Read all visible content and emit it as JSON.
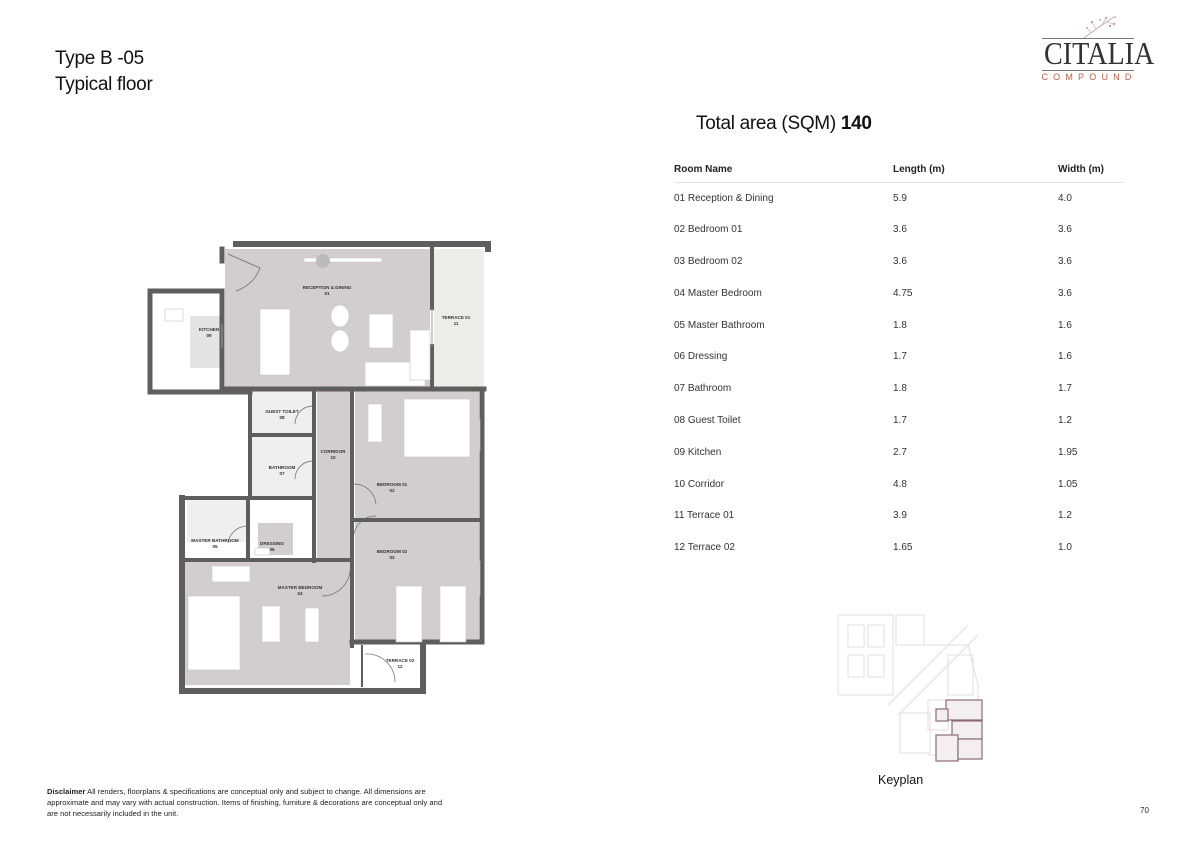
{
  "header": {
    "unit_type": "Type B -05",
    "floor": "Typical floor"
  },
  "logo": {
    "name": "CITALIA",
    "subtitle": "COMPOUND",
    "accent_color": "#c0604a",
    "icon": "cherry-blossom-branch-icon"
  },
  "summary": {
    "label": "Total area (SQM)",
    "value": "140"
  },
  "table": {
    "columns": [
      "Room Name",
      "Length (m)",
      "Width (m)"
    ],
    "rows": [
      {
        "name": "01 Reception & Dining",
        "length": "5.9",
        "width": "4.0"
      },
      {
        "name": "02 Bedroom 01",
        "length": "3.6",
        "width": "3.6"
      },
      {
        "name": "03 Bedroom 02",
        "length": "3.6",
        "width": "3.6"
      },
      {
        "name": "04 Master Bedroom",
        "length": "4.75",
        "width": "3.6"
      },
      {
        "name": "05 Master Bathroom",
        "length": "1.8",
        "width": "1.6"
      },
      {
        "name": "06 Dressing",
        "length": "1.7",
        "width": "1.6"
      },
      {
        "name": "07 Bathroom",
        "length": "1.8",
        "width": "1.7"
      },
      {
        "name": "08 Guest Toilet",
        "length": "1.7",
        "width": "1.2"
      },
      {
        "name": "09 Kitchen",
        "length": "2.7",
        "width": "1.95"
      },
      {
        "name": "10 Corridor",
        "length": "4.8",
        "width": "1.05"
      },
      {
        "name": "11 Terrace 01",
        "length": "3.9",
        "width": "1.2"
      },
      {
        "name": "12 Terrace 02",
        "length": "1.65",
        "width": "1.0"
      }
    ]
  },
  "floorplan": {
    "labels": {
      "reception": "RECEPTION & DINING",
      "reception_no": "01",
      "kitchen": "KITCHEN",
      "kitchen_no": "09",
      "terrace1": "TERRACE 01",
      "terrace1_no": "11",
      "guest_toilet": "GUEST TOILET",
      "guest_toilet_no": "08",
      "bathroom": "BATHROOM",
      "bathroom_no": "07",
      "corridor": "CORRIDOR",
      "corridor_no": "10",
      "bedroom1": "BEDROOM 01",
      "bedroom1_no": "02",
      "master_bath": "MASTER BATHROOM",
      "master_bath_no": "05",
      "dressing": "DRESSING",
      "dressing_no": "06",
      "bedroom2": "BEDROOM 02",
      "bedroom2_no": "03",
      "master_bed": "MASTER BEDROOM",
      "master_bed_no": "04",
      "terrace2": "TERRACE 02",
      "terrace2_no": "12"
    },
    "colors": {
      "wall": "#5e5e5e",
      "room_fill": "#d2ced0",
      "wet_fill": "#ececec",
      "furniture": "#ffffff"
    }
  },
  "keyplan": {
    "label": "Keyplan",
    "highlight_color": "#8c6b78"
  },
  "footer": {
    "disclaimer_label": "Disclaimer",
    "disclaimer_text": "All renders, floorplans & specifications are conceptual only and subject to change. All dimensions are approximate and may vary with actual construction. Items of finishing, furniture & decorations are conceptual only and are not necessarily included in the unit.",
    "page_number": "70"
  }
}
